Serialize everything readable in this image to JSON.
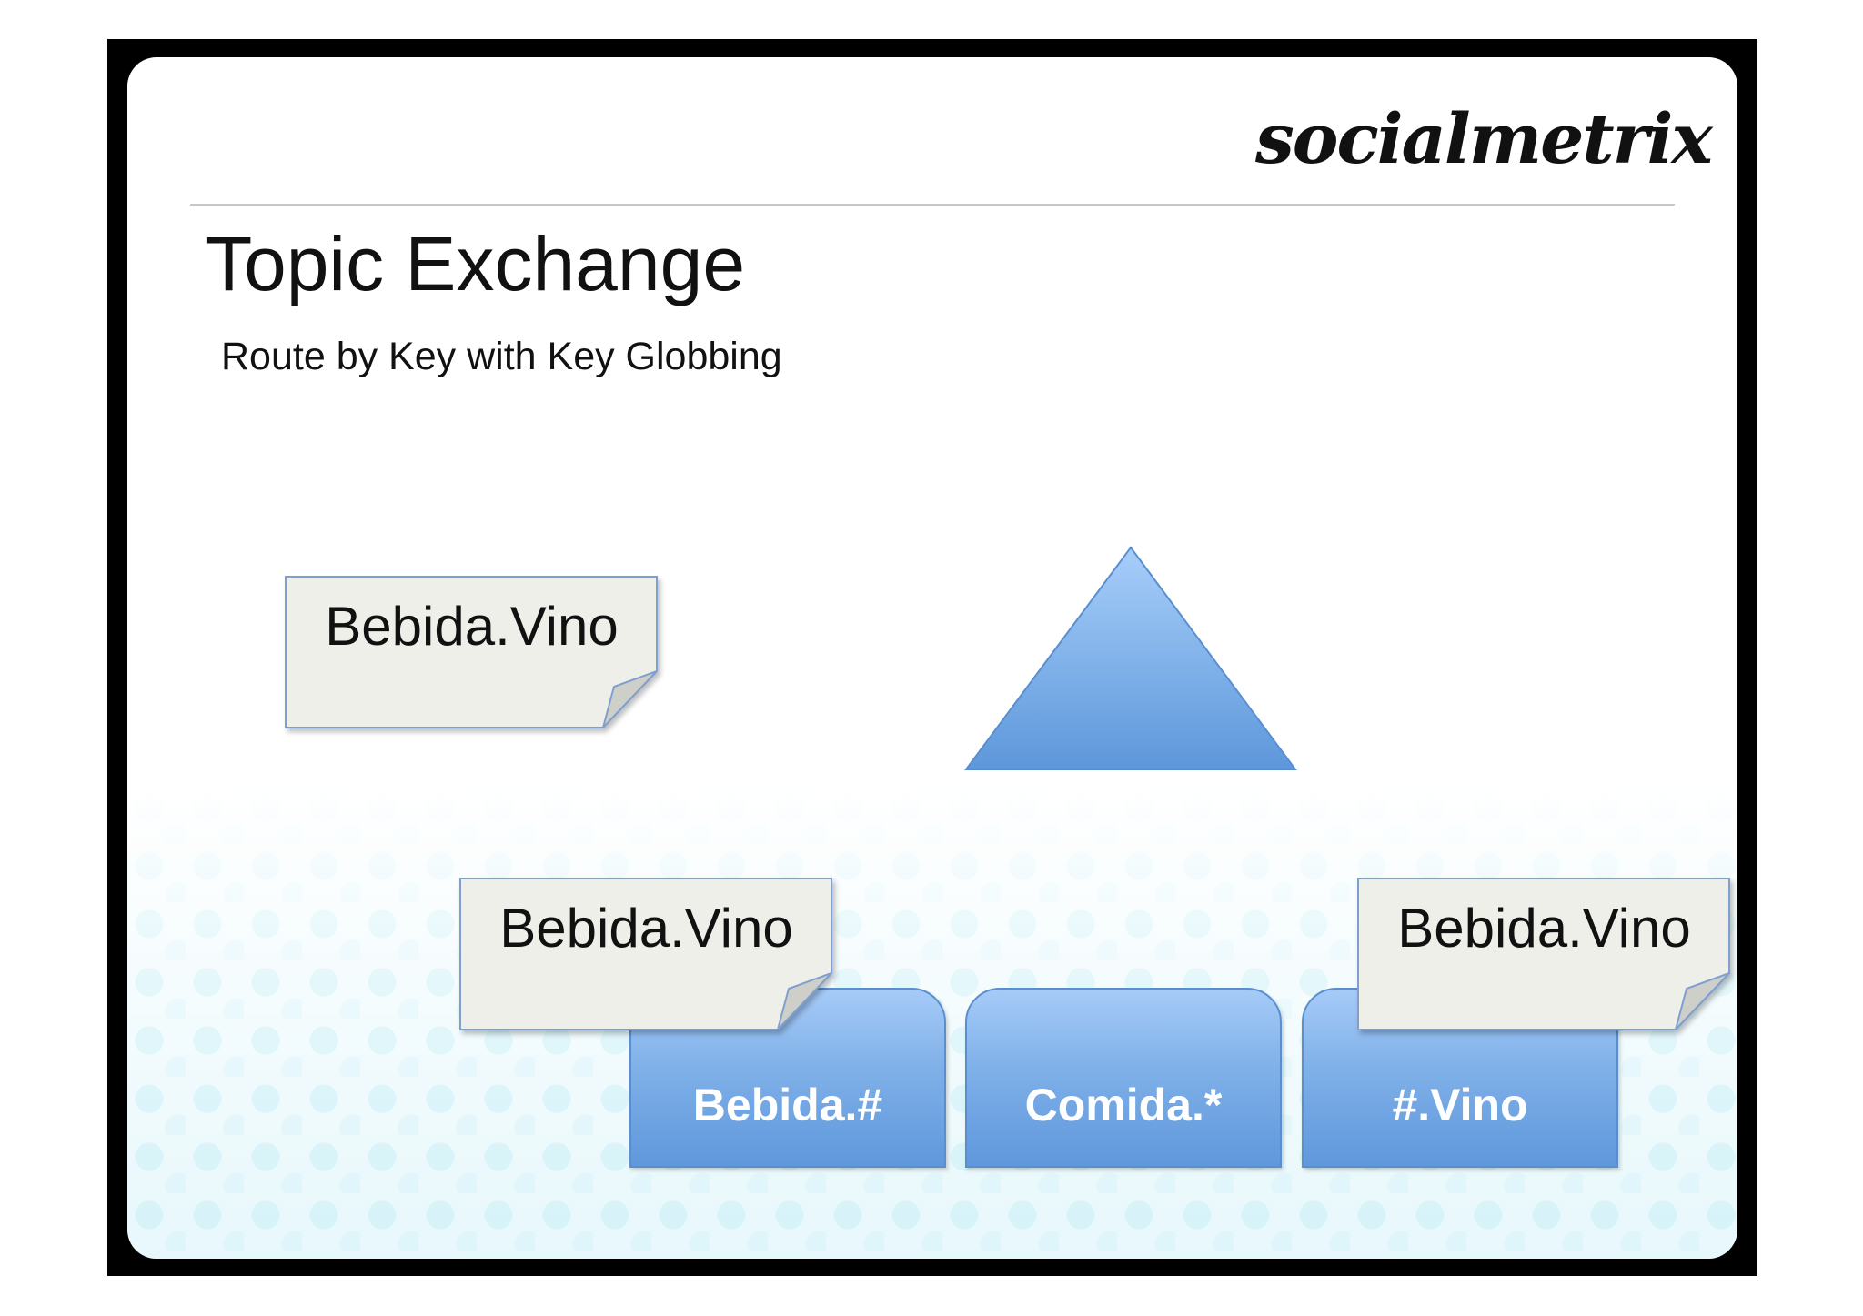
{
  "logo": {
    "text": "socialmetrix"
  },
  "title": "Topic Exchange",
  "subtitle": "Route by Key with Key Globbing",
  "messages": [
    {
      "label": "Bebida.Vino"
    },
    {
      "label": "Bebida.Vino"
    },
    {
      "label": "Bebida.Vino"
    }
  ],
  "queues": [
    {
      "label": "Bebida.#"
    },
    {
      "label": "Comida.*"
    },
    {
      "label": "#.Vino"
    }
  ],
  "colors": {
    "queue_fill_top": "#a6cbf8",
    "queue_fill_bottom": "#5f98dc",
    "message_fill": "#efefea",
    "message_border": "#7f9fcf",
    "exchange_fill": "#6fa5e4",
    "frame": "#000000"
  }
}
